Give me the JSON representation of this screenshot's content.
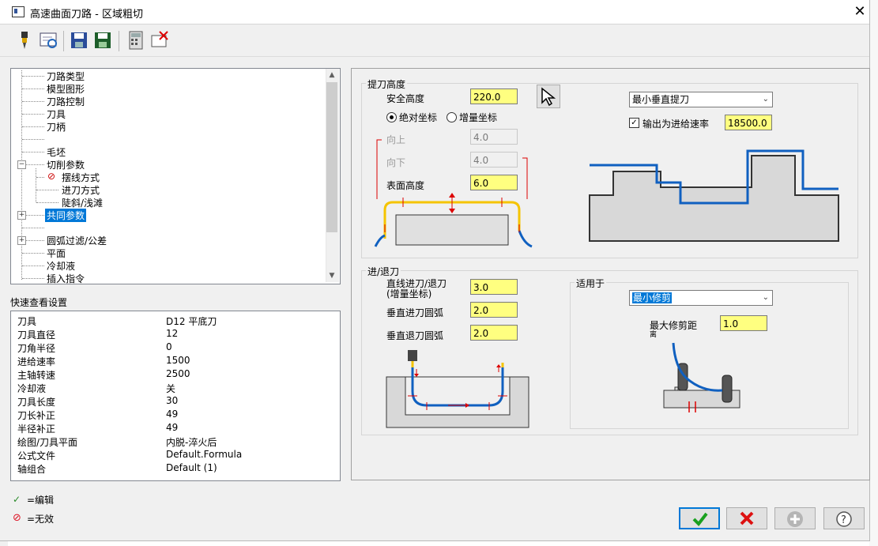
{
  "window": {
    "title": "高速曲面刀路 - 区域粗切",
    "close_glyph": "✕"
  },
  "toolbar": {
    "icons": [
      "tool-pen-icon",
      "preview-icon",
      "save-icon",
      "save-as-icon",
      "calculator-icon",
      "delete-icon"
    ]
  },
  "tree": {
    "items": [
      {
        "label": "刀路类型"
      },
      {
        "label": "模型图形"
      },
      {
        "label": "刀路控制"
      },
      {
        "label": "刀具"
      },
      {
        "label": "刀柄"
      },
      {
        "label": ""
      },
      {
        "label": "毛坯"
      },
      {
        "label": "切削参数"
      },
      {
        "label": "摆线方式"
      },
      {
        "label": "进刀方式"
      },
      {
        "label": "陡斜/浅滩"
      },
      {
        "label": "共同参数"
      },
      {
        "label": ""
      },
      {
        "label": "圆弧过滤/公差"
      },
      {
        "label": "平面"
      },
      {
        "label": "冷却液"
      },
      {
        "label": "插入指令"
      }
    ]
  },
  "quick_view": {
    "title": "快速查看设置",
    "rows": [
      {
        "key": "刀具",
        "value": "D12 平底刀"
      },
      {
        "key": "刀具直径",
        "value": "12"
      },
      {
        "key": "刀角半径",
        "value": "0"
      },
      {
        "key": "进给速率",
        "value": "1500"
      },
      {
        "key": "主轴转速",
        "value": "2500"
      },
      {
        "key": "冷却液",
        "value": "关"
      },
      {
        "key": "刀具长度",
        "value": "30"
      },
      {
        "key": "刀长补正",
        "value": "49"
      },
      {
        "key": "半径补正",
        "value": "49"
      },
      {
        "key": "绘图/刀具平面",
        "value": "内脱-淬火后"
      },
      {
        "key": "公式文件",
        "value": "Default.Formula"
      },
      {
        "key": "轴组合",
        "value": "Default (1)"
      }
    ]
  },
  "legend": {
    "edit_label": "=编辑",
    "invalid_label": "=无效"
  },
  "retract": {
    "group_title": "提刀高度",
    "safe_height_label": "安全高度",
    "safe_height_value": "220.0",
    "abs_label": "绝对坐标",
    "inc_label": "增量坐标",
    "up_label": "向上",
    "up_value": "4.0",
    "down_label": "向下",
    "down_value": "4.0",
    "surface_label": "表面高度",
    "surface_value": "6.0",
    "mode_value": "最小垂直提刀",
    "output_feed_label": "输出为进给速率",
    "output_feed_value": "18500.0"
  },
  "entry": {
    "group_title": "进/退刀",
    "line_label_1": "直线进刀/退刀",
    "line_label_2": "(增量坐标)",
    "line_value": "3.0",
    "vert_in_label": "垂直进刀圆弧",
    "vert_in_value": "2.0",
    "vert_out_label": "垂直退刀圆弧",
    "vert_out_value": "2.0",
    "apply_title": "适用于",
    "apply_value": "最小修剪",
    "max_trim_label": "最大修剪距",
    "max_trim_label_2": "离",
    "max_trim_value": "1.0"
  },
  "buttons": {
    "ok": "ok-check-icon",
    "cancel": "cancel-x-icon",
    "add": "add-plus-icon",
    "help": "help-question-icon"
  },
  "colors": {
    "field_yellow": "#ffff80",
    "select_blue": "#0078d7",
    "diagram_blue": "#1060c0",
    "diagram_yellow": "#f5c400",
    "diagram_red": "#d00000"
  }
}
